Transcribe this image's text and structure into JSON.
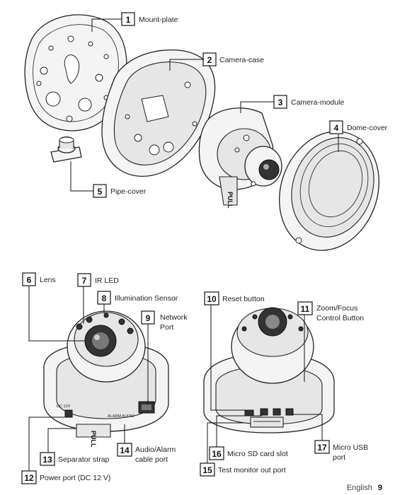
{
  "parts": [
    {
      "num": "1",
      "label": "Mount-plate"
    },
    {
      "num": "2",
      "label": "Camera-case"
    },
    {
      "num": "3",
      "label": "Camera-module"
    },
    {
      "num": "4",
      "label": "Dome-cover"
    },
    {
      "num": "5",
      "label": "Pipe-cover"
    },
    {
      "num": "6",
      "label": "Lens"
    },
    {
      "num": "7",
      "label": "IR LED"
    },
    {
      "num": "8",
      "label": "Illumination Sensor"
    },
    {
      "num": "9",
      "label": [
        "Network",
        "Port"
      ]
    },
    {
      "num": "10",
      "label": "Reset button"
    },
    {
      "num": "11",
      "label": [
        "Zoom/Focus",
        "Control Button"
      ]
    },
    {
      "num": "12",
      "label": "Power port (DC 12 V)"
    },
    {
      "num": "13",
      "label": "Separator strap"
    },
    {
      "num": "14",
      "label": [
        "Audio/Alarm",
        "cable port"
      ]
    },
    {
      "num": "15",
      "label": "Test monitor out port"
    },
    {
      "num": "16",
      "label": "Micro SD card slot"
    },
    {
      "num": "17",
      "label": [
        "Micro USB",
        "port"
      ]
    }
  ],
  "device_text": {
    "pull": "PULL",
    "dc12v": "DC 12V",
    "alarm_audio": "ALARM AUDIO"
  },
  "footer": {
    "language": "English",
    "page": "9"
  }
}
